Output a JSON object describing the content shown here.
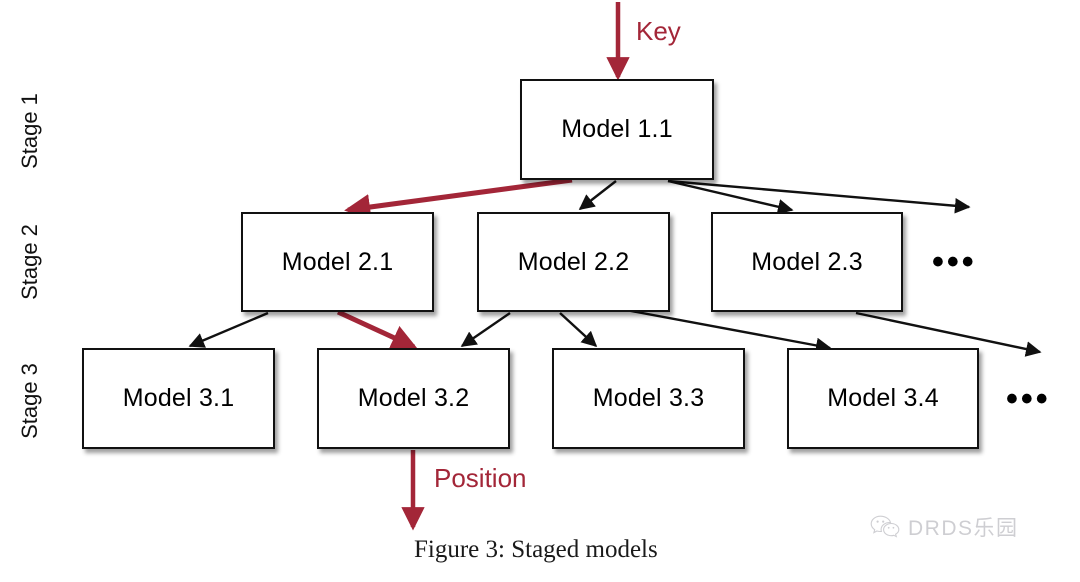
{
  "figure": {
    "caption": "Figure 3: Staged models",
    "background_color": "#ffffff",
    "accent_color": "#A32638",
    "edge_color": "#111111"
  },
  "stages": [
    {
      "label": "Stage 1"
    },
    {
      "label": "Stage 2"
    },
    {
      "label": "Stage 3"
    }
  ],
  "nodes": {
    "m11": {
      "label": "Model 1.1"
    },
    "m21": {
      "label": "Model 2.1"
    },
    "m22": {
      "label": "Model 2.2"
    },
    "m23": {
      "label": "Model 2.3"
    },
    "m31": {
      "label": "Model 3.1"
    },
    "m32": {
      "label": "Model 3.2"
    },
    "m33": {
      "label": "Model 3.3"
    },
    "m34": {
      "label": "Model 3.4"
    }
  },
  "ellipses": {
    "stage2": "•••",
    "stage3": "•••"
  },
  "flow_labels": {
    "key": "Key",
    "position": "Position"
  },
  "watermark": {
    "text": "DRDS乐园",
    "icon": "wechat-icon"
  },
  "chart_data": {
    "type": "diagram",
    "title": "Figure 3: Staged models",
    "description": "Staged model tree: a key enters Model 1.1 at stage 1, is routed through stage 2 and stage 3 models, and yields a position.",
    "levels": [
      {
        "stage": "Stage 1",
        "nodes": [
          "Model 1.1"
        ]
      },
      {
        "stage": "Stage 2",
        "nodes": [
          "Model 2.1",
          "Model 2.2",
          "Model 2.3",
          "•••"
        ]
      },
      {
        "stage": "Stage 3",
        "nodes": [
          "Model 3.1",
          "Model 3.2",
          "Model 3.3",
          "Model 3.4",
          "•••"
        ]
      }
    ],
    "edges": [
      {
        "from": "Key",
        "to": "Model 1.1",
        "highlighted": true
      },
      {
        "from": "Model 1.1",
        "to": "Model 2.1",
        "highlighted": true
      },
      {
        "from": "Model 1.1",
        "to": "Model 2.2",
        "highlighted": false
      },
      {
        "from": "Model 1.1",
        "to": "Model 2.3",
        "highlighted": false
      },
      {
        "from": "Model 1.1",
        "to": "•••",
        "highlighted": false
      },
      {
        "from": "Model 2.1",
        "to": "Model 3.1",
        "highlighted": false
      },
      {
        "from": "Model 2.1",
        "to": "Model 3.2",
        "highlighted": true
      },
      {
        "from": "Model 2.2",
        "to": "Model 3.2",
        "highlighted": false
      },
      {
        "from": "Model 2.2",
        "to": "Model 3.3",
        "highlighted": false
      },
      {
        "from": "Model 2.2",
        "to": "Model 3.4",
        "highlighted": false
      },
      {
        "from": "Model 2.3",
        "to": "•••",
        "highlighted": false
      },
      {
        "from": "Model 3.2",
        "to": "Position",
        "highlighted": true
      }
    ]
  }
}
